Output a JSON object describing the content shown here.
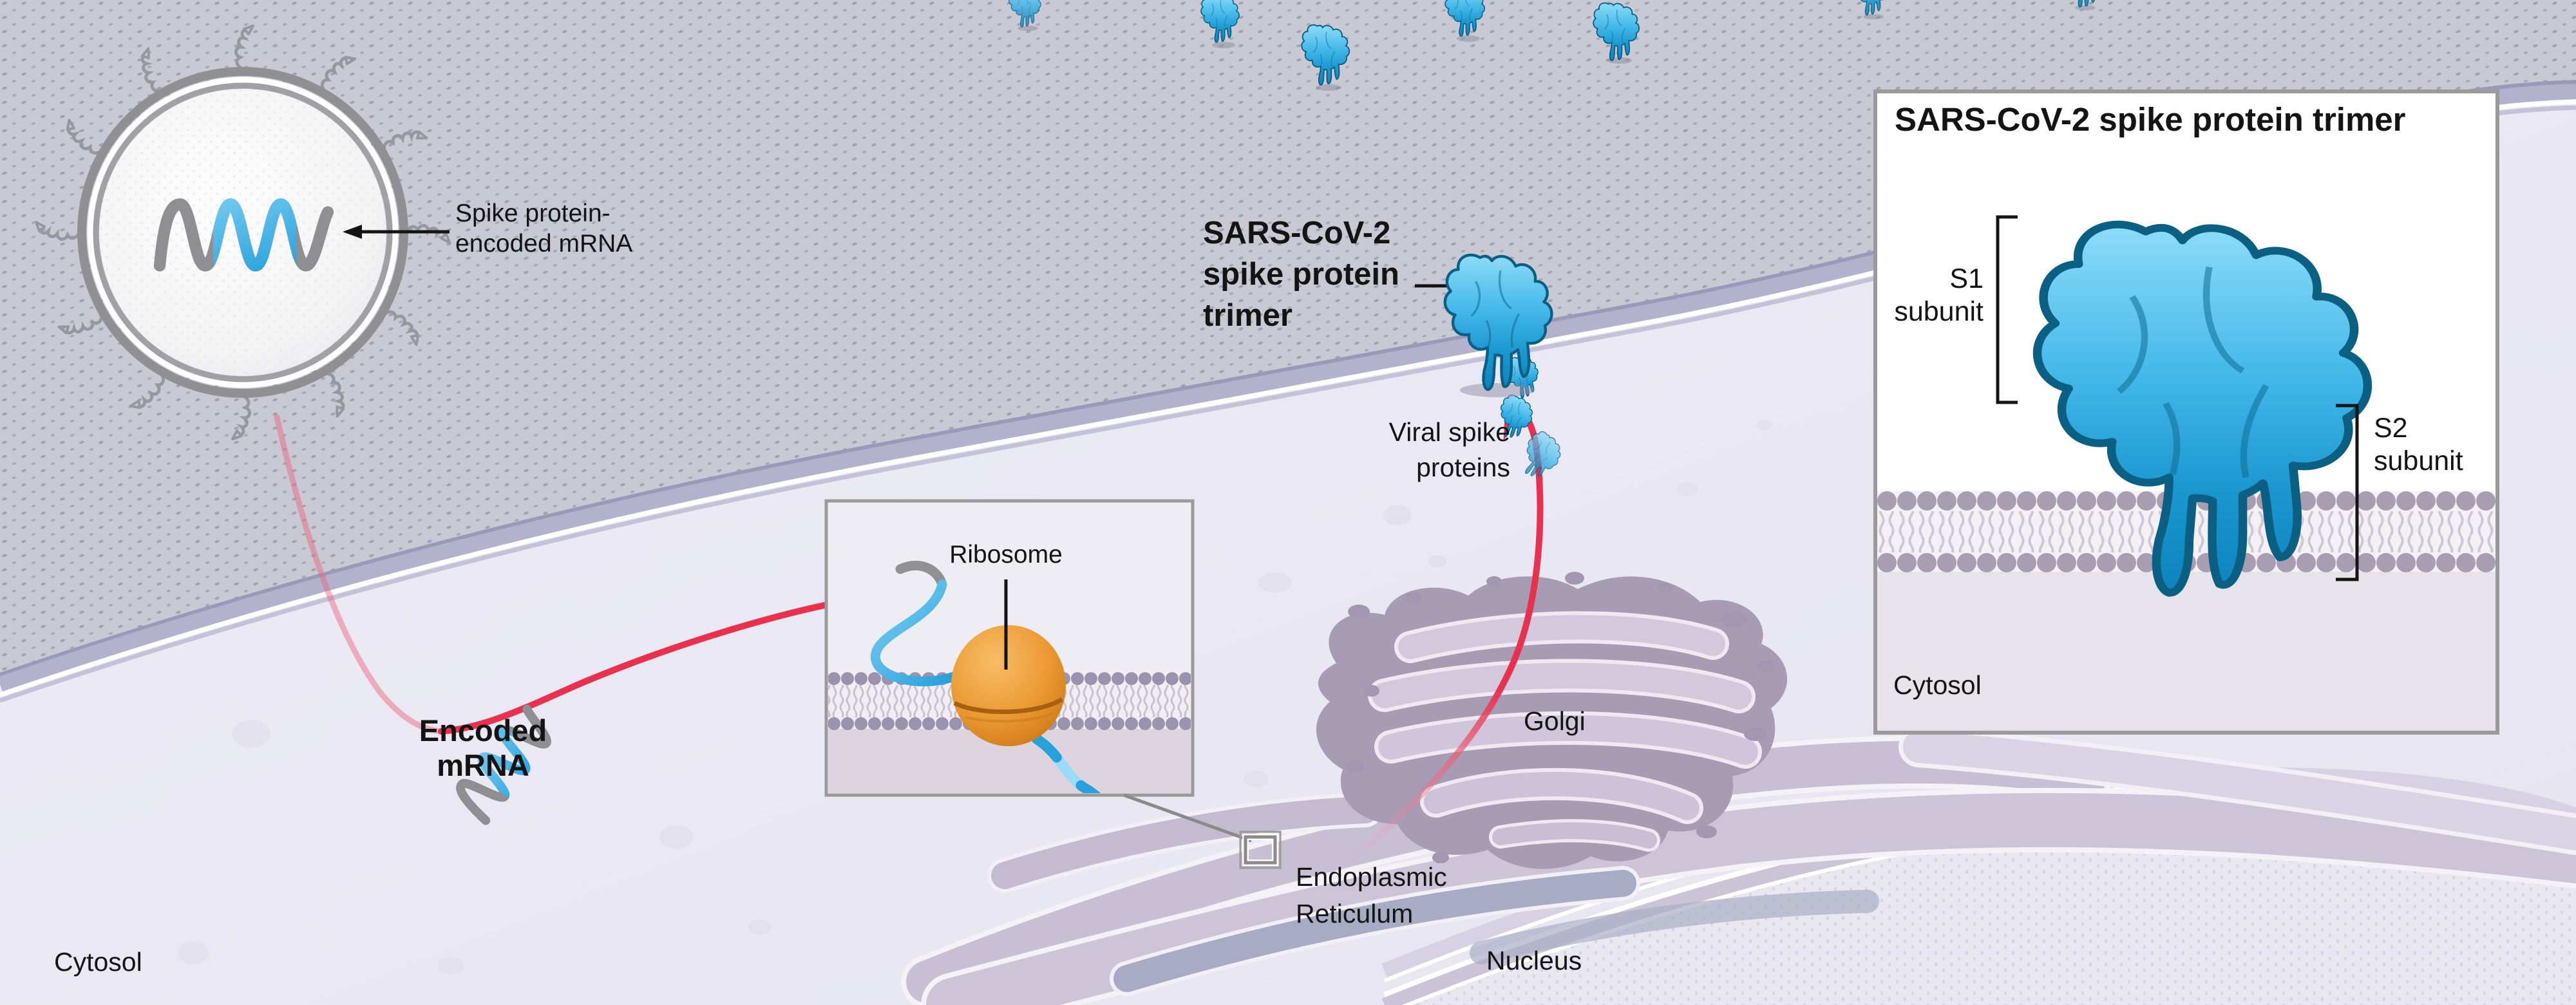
{
  "figure": {
    "description": "Cell diagram showing spike-protein-encoded mRNA delivered by a lipid nanoparticle, translated by a ribosome at the endoplasmic reticulum, trafficked through the Golgi, and displayed as SARS-CoV-2 spike protein trimers on the cell membrane",
    "labels": {
      "spike_mrna": {
        "line1": "Spike protein-",
        "line2": "encoded mRNA"
      },
      "encoded_mrna": {
        "line1": "Encoded",
        "line2": "mRNA"
      },
      "ribosome": "Ribosome",
      "trimer_main": {
        "line1": "SARS-CoV-2",
        "line2": "spike protein",
        "line3": "trimer"
      },
      "viral_spikes": {
        "line1": "Viral spike",
        "line2": "proteins"
      },
      "golgi": "Golgi",
      "er": {
        "line1": "Endoplasmic",
        "line2": "Reticulum"
      },
      "cytosol": "Cytosol",
      "nucleus": "Nucleus"
    },
    "inset_panel": {
      "title": "SARS-CoV-2 spike protein trimer",
      "s1": {
        "line1": "S1",
        "line2": "subunit"
      },
      "s2": {
        "line1": "S2",
        "line2": "subunit"
      },
      "cytosol": "Cytosol"
    },
    "colors": {
      "accent_red": "#e8314f",
      "spike_blue": "#2aa7e0",
      "spike_blue_dark": "#0d83bd",
      "ribosome_orange": "#e8912c",
      "membrane_band": "#a5a4c2",
      "extracellular_gray": "#c9c9d4",
      "cytosol_lavender": "#e9e8f2",
      "golgi_mauve": "#a89cb4",
      "er_mauve": "#c9bfd4",
      "text_black": "#141414"
    }
  }
}
